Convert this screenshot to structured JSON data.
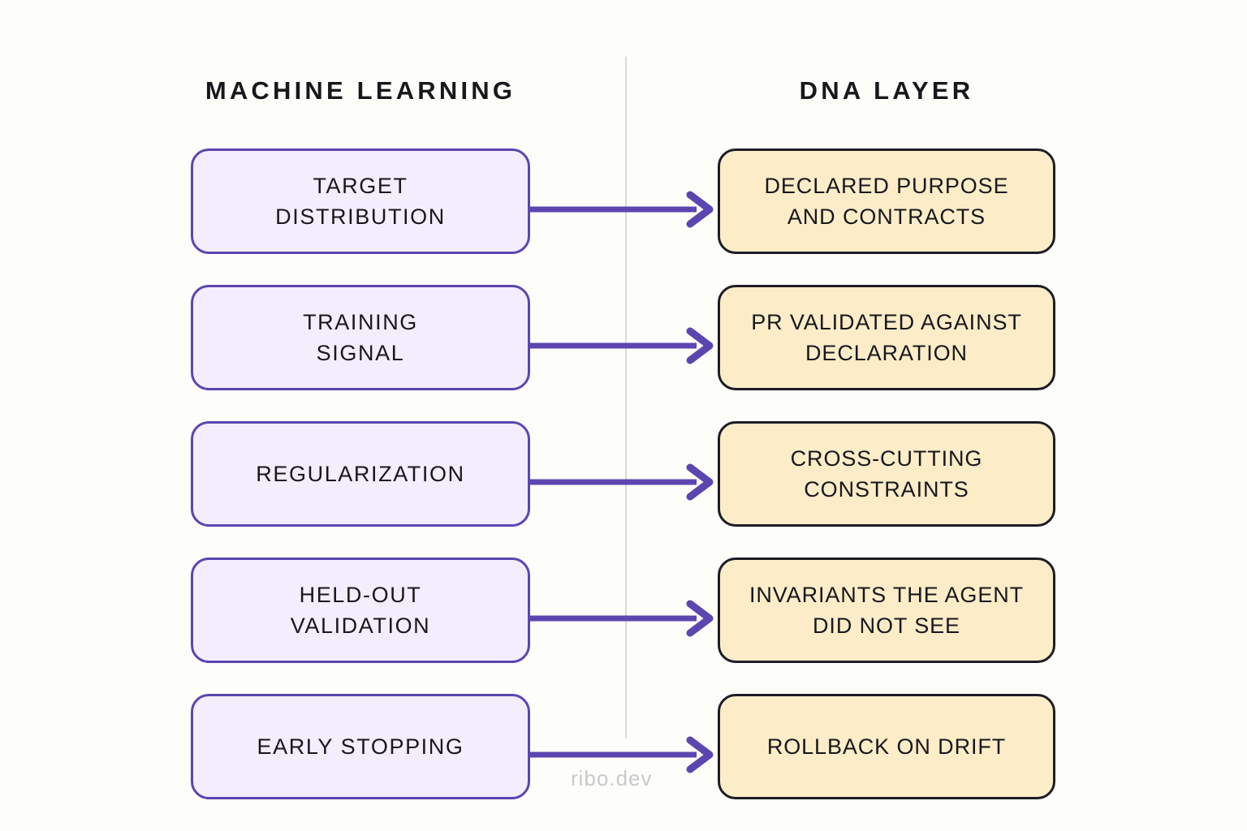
{
  "columns": {
    "left_title": "MACHINE LEARNING",
    "right_title": "DNA LAYER"
  },
  "colors": {
    "background": "#fdfdfa",
    "left_box_fill": "#f3edfd",
    "left_box_border": "#5b46b0",
    "right_box_fill": "#fcecc8",
    "right_box_border": "#1d1d26",
    "arrow": "#5b46b0",
    "divider": "#d9d9de",
    "text": "#17181c",
    "watermark": "#c9c9cd"
  },
  "rows": [
    {
      "left": "TARGET\nDISTRIBUTION",
      "right": "DECLARED PURPOSE\nAND CONTRACTS",
      "arrow": "arrow-right"
    },
    {
      "left": "TRAINING\nSIGNAL",
      "right": "PR VALIDATED AGAINST\nDECLARATION",
      "arrow": "arrow-right"
    },
    {
      "left": "REGULARIZATION",
      "right": "CROSS-CUTTING\nCONSTRAINTS",
      "arrow": "arrow-right"
    },
    {
      "left": "HELD-OUT\nVALIDATION",
      "right": "INVARIANTS THE AGENT\nDID NOT SEE",
      "arrow": "arrow-right"
    },
    {
      "left": "EARLY STOPPING",
      "right": "ROLLBACK ON DRIFT",
      "arrow": "arrow-right"
    }
  ],
  "watermark": "ribo.dev"
}
